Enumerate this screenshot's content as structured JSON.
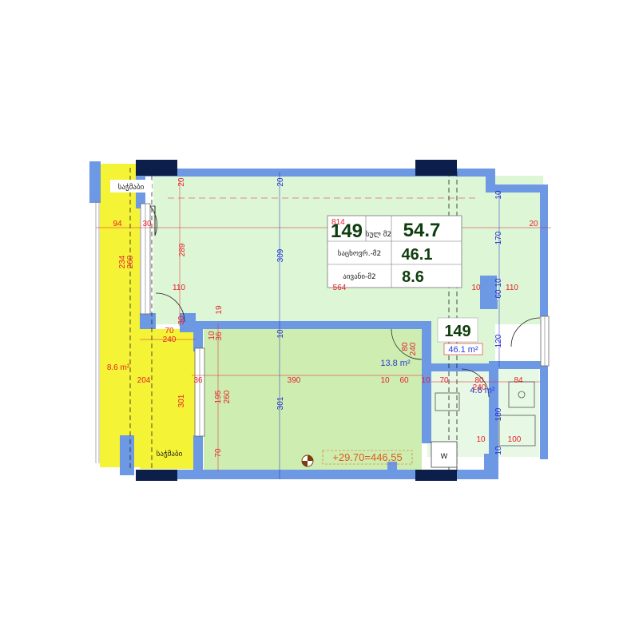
{
  "apartment": {
    "number": "149",
    "table": {
      "total_label": "სულ მ2",
      "total_value": "54.7",
      "living_label": "საცხოვრ.-მ2",
      "living_value": "46.1",
      "balcony_label": "აივანი-მ2",
      "balcony_value": "8.6",
      "tiny": "814"
    },
    "badge_number": "149",
    "badge_area": "46.1 m²"
  },
  "rooms": {
    "balcony_area": "8.6 m²",
    "bedroom_area": "13.8 m²",
    "bath_area": "4.6 m²",
    "balcony_label_top": "საჭმაბი",
    "balcony_label_bottom": "საჭმაბი",
    "washer": "W"
  },
  "elevation": "+29.70=446.55",
  "colors": {
    "wall": "#6d98e3",
    "living": "#dcf6d6",
    "bedroom": "#cdeeb0",
    "balcony": "#f4f336",
    "column": "#0b1f4a",
    "dim_red": "#e8212b",
    "dim_blue": "#1f2bd1"
  },
  "dims": {
    "d94": "94",
    "d30a": "30",
    "d234": "234",
    "d260a": "260",
    "d289": "289",
    "d20a": "20",
    "d20b": "20",
    "d309": "309",
    "d170": "170",
    "d20c": "20",
    "d10a": "10",
    "d110a": "110",
    "d564": "564",
    "d10b": "10",
    "d110b": "110",
    "d60": "60",
    "d10c": "10",
    "d19": "19",
    "d30b": "30",
    "d70a": "70",
    "d240a": "240",
    "d10d": "10",
    "d36a": "36",
    "d10e": "10",
    "d120": "120",
    "d80a": "80",
    "d240b": "240",
    "d204": "204",
    "d36b": "36",
    "d390": "390",
    "d10f": "10",
    "d60b": "60",
    "d10g": "10",
    "d70b": "70",
    "d80b": "80",
    "d240c": "240",
    "d84": "84",
    "d195": "195",
    "d260b": "260",
    "d301a": "301",
    "d301b": "301",
    "d180": "180",
    "d10h": "10",
    "d100": "100",
    "d70c": "70",
    "d10i": "10"
  }
}
